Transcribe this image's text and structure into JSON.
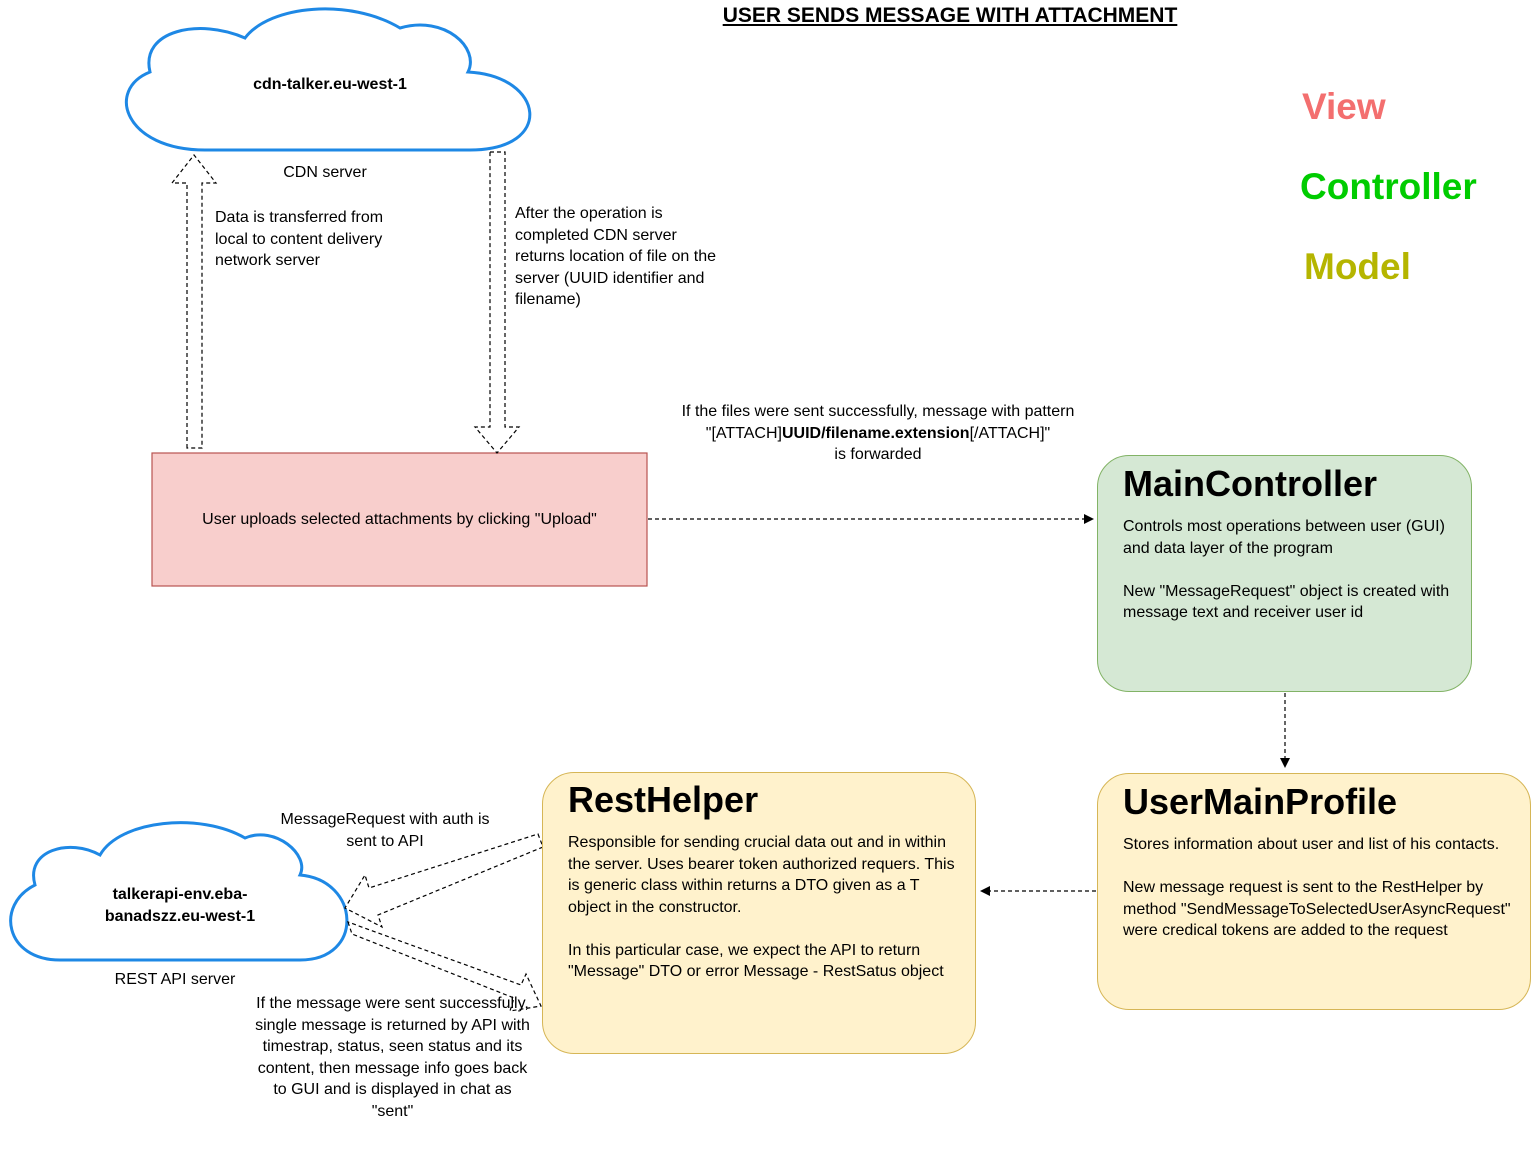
{
  "title": "USER SENDS MESSAGE WITH ATTACHMENT",
  "legend": {
    "view": "View",
    "controller": "Controller",
    "model": "Model",
    "colors": {
      "view": "#f36f6f",
      "controller": "#00cc00",
      "model": "#b5b500"
    }
  },
  "cdn": {
    "name": "cdn-talker.eu-west-1",
    "label": "CDN server",
    "upload_note": "Data is transferred from local to content delivery network server",
    "return_note": "After the operation is completed CDN server returns location of file on the server (UUID identifier and filename)"
  },
  "upload": {
    "text": "User uploads selected attachments by clicking \"Upload\"",
    "fill": "#f8cecc",
    "stroke": "#b85450"
  },
  "forward_note": {
    "line1": "If the files were sent successfully, message with pattern",
    "prefix": "\"[ATTACH]",
    "pattern_bold": "UUID/filename.extension",
    "suffix": "[/ATTACH]\"",
    "line3": "is forwarded"
  },
  "main_controller": {
    "title": "MainController",
    "body": "Controls most operations between user (GUI) and data layer of the program\n\nNew  \"MessageRequest\" object is created with message text and receiver user id",
    "fill": "#d5e8d4",
    "stroke": "#82b366"
  },
  "user_main_profile": {
    "title": "UserMainProfile",
    "body": "Stores information about user and list of his contacts.\n\nNew message request is sent to the RestHelper by method \"SendMessageToSelectedUserAsyncRequest\" were credical tokens are added to the request",
    "fill": "#fff2cc",
    "stroke": "#d6b656"
  },
  "rest_helper": {
    "title": "RestHelper",
    "body": "Responsible for sending crucial data out and in within the server. Uses bearer token authorized requers. This is generic class within returns a DTO given as a T object in the constructor.\n\nIn this particular case, we expect the API to return \"Message\" DTO or error Message - RestSatus object",
    "fill": "#fff2cc",
    "stroke": "#d6b656"
  },
  "api": {
    "name": "talkerapi-env.eba-banadszz.eu-west-1",
    "label": "REST API server",
    "request_note": "MessageRequest with auth is sent to API",
    "response_note": "If the message were sent successfully, single message is returned by API with timestrap, status, seen status and its content, then message info goes back to GUI and is displayed in chat as \"sent\""
  },
  "cloud_stroke": "#1e88e5"
}
